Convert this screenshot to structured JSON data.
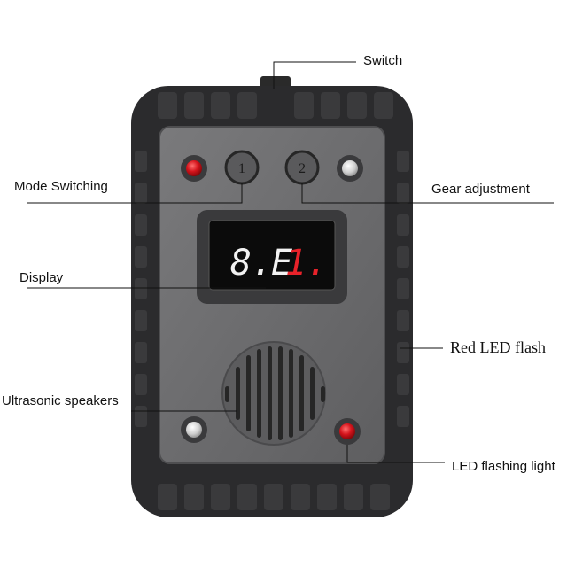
{
  "labels": {
    "switch": "Switch",
    "mode_switching": "Mode Switching",
    "gear_adjustment": "Gear adjustment",
    "display": "Display",
    "red_led_flash": "Red LED flash",
    "ultrasonic_speakers": "Ultrasonic speakers",
    "led_flashing_light": "LED flashing light"
  },
  "device": {
    "button_1": "1",
    "button_2": "2",
    "display_digits": [
      "8.",
      "E",
      "1."
    ]
  },
  "colors": {
    "body": "#4a4a4c",
    "bumper": "#2a2a2c",
    "face": "#6e6e70",
    "red_led": "#c8141a",
    "white_led": "#dcdcdc",
    "display_red": "#e8222a",
    "display_white": "#f2f2f2"
  }
}
